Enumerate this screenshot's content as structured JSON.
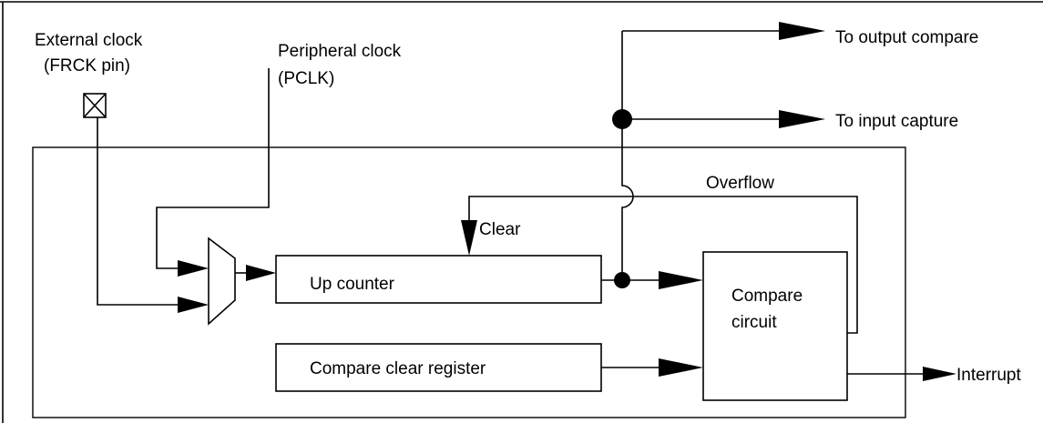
{
  "labels": {
    "external_clock_line1": "External clock",
    "external_clock_line2": "(FRCK pin)",
    "peripheral_clock_line1": "Peripheral clock",
    "peripheral_clock_line2": "(PCLK)",
    "to_output_compare": "To output compare",
    "to_input_capture": "To input capture",
    "overflow": "Overflow",
    "clear": "Clear",
    "up_counter": "Up counter",
    "compare_circuit_line1": "Compare",
    "compare_circuit_line2": "circuit",
    "compare_clear_register": "Compare clear register",
    "interrupt": "Interrupt"
  },
  "colors": {
    "stroke": "#000000",
    "background": "#ffffff"
  }
}
